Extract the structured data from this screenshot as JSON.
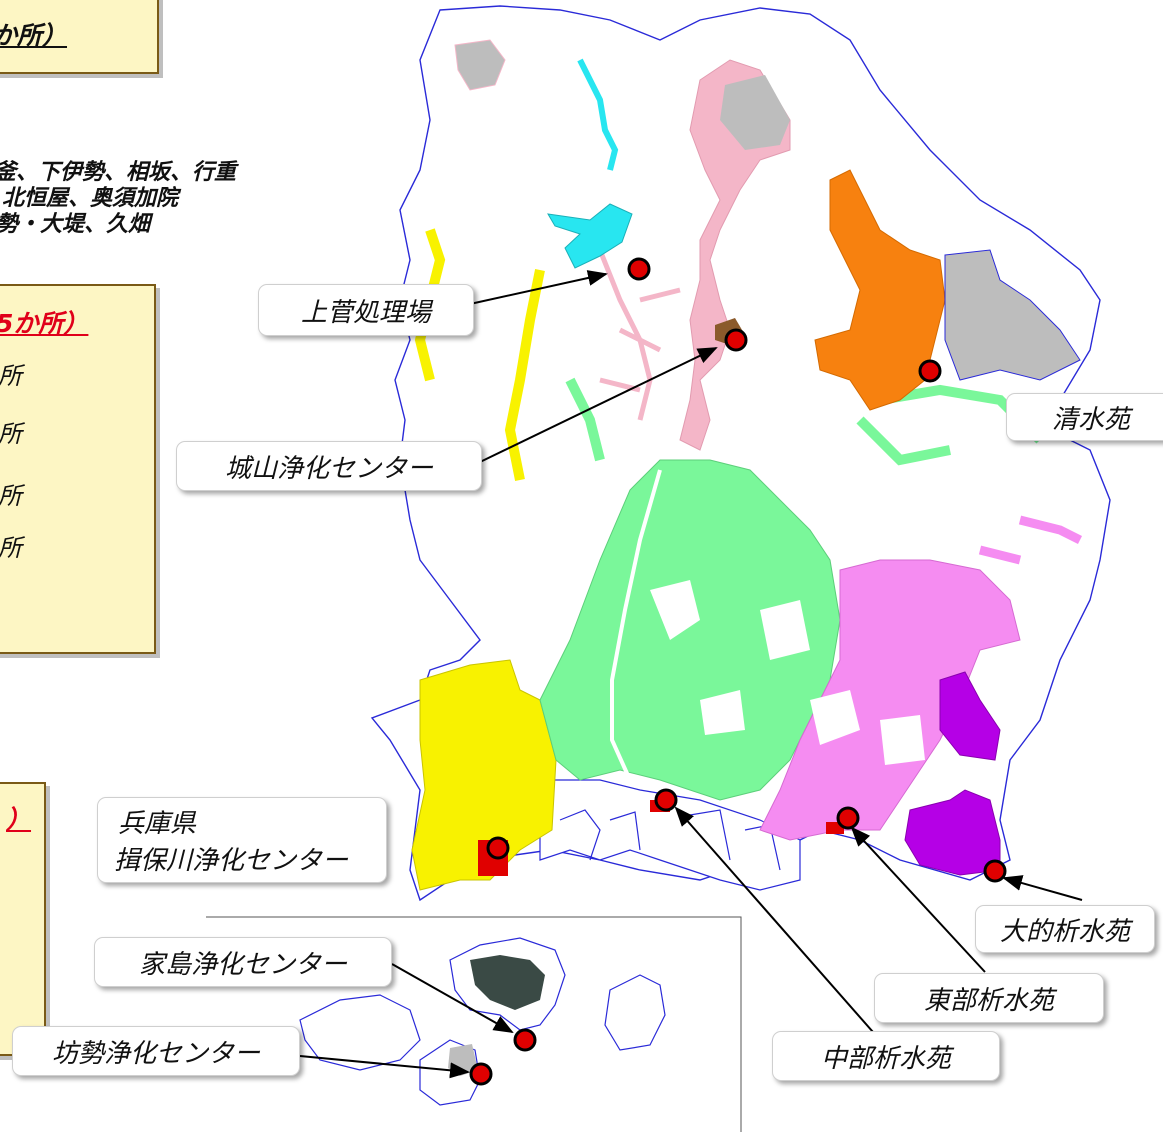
{
  "colors": {
    "kamisuga_area": "#28e6f0",
    "shiroyama_area": "#f4b6c8",
    "shimizuen_area": "#f7810f",
    "chubu_area": "#7af79a",
    "tobu_area": "#f58cf1",
    "omato_area": "#b500e6",
    "ibo_area": "#f8f200",
    "ieshima_area": "#3a4a45",
    "other_area": "#bdbdbd",
    "boundary_line": "#2a2ad8",
    "facility_marker": "#e00000"
  },
  "top_banner": {
    "title_fragment": "か所）"
  },
  "district_text": {
    "line1": "釜、下伊勢、相坂、行重",
    "line2": "北恒屋、奥須加院",
    "line3": "勢・大堤、久畑"
  },
  "box1": {
    "title_fragment": "5か所）",
    "rows": [
      "所",
      "所",
      "所",
      "所"
    ]
  },
  "box2": {
    "title_fragment": "）"
  },
  "facilities": [
    {
      "name": "上菅処理場"
    },
    {
      "name": "城山浄化センター"
    },
    {
      "name": "清水苑"
    },
    {
      "name_line1": "兵庫県",
      "name_line2": "揖保川浄化センター"
    },
    {
      "name": "大的析水苑"
    },
    {
      "name": "東部析水苑"
    },
    {
      "name": "中部析水苑"
    },
    {
      "name": "家島浄化センター"
    },
    {
      "name": "坊勢浄化センター"
    }
  ]
}
